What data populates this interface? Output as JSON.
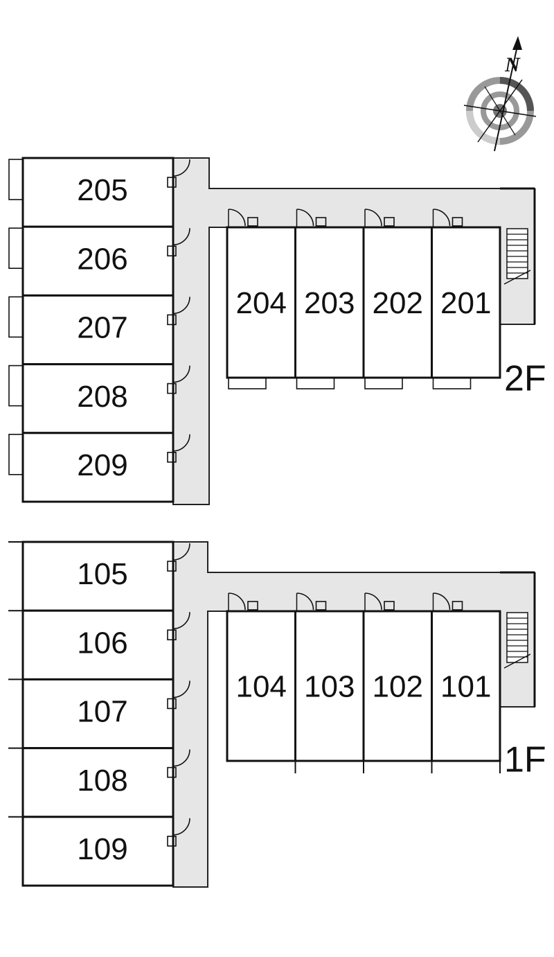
{
  "compass": {
    "north_label": "N"
  },
  "floors": [
    {
      "label": "2F",
      "west_units": [
        "205",
        "206",
        "207",
        "208",
        "209"
      ],
      "east_units": [
        "204",
        "203",
        "202",
        "201"
      ]
    },
    {
      "label": "1F",
      "west_units": [
        "105",
        "106",
        "107",
        "108",
        "109"
      ],
      "east_units": [
        "104",
        "103",
        "102",
        "101"
      ]
    }
  ]
}
